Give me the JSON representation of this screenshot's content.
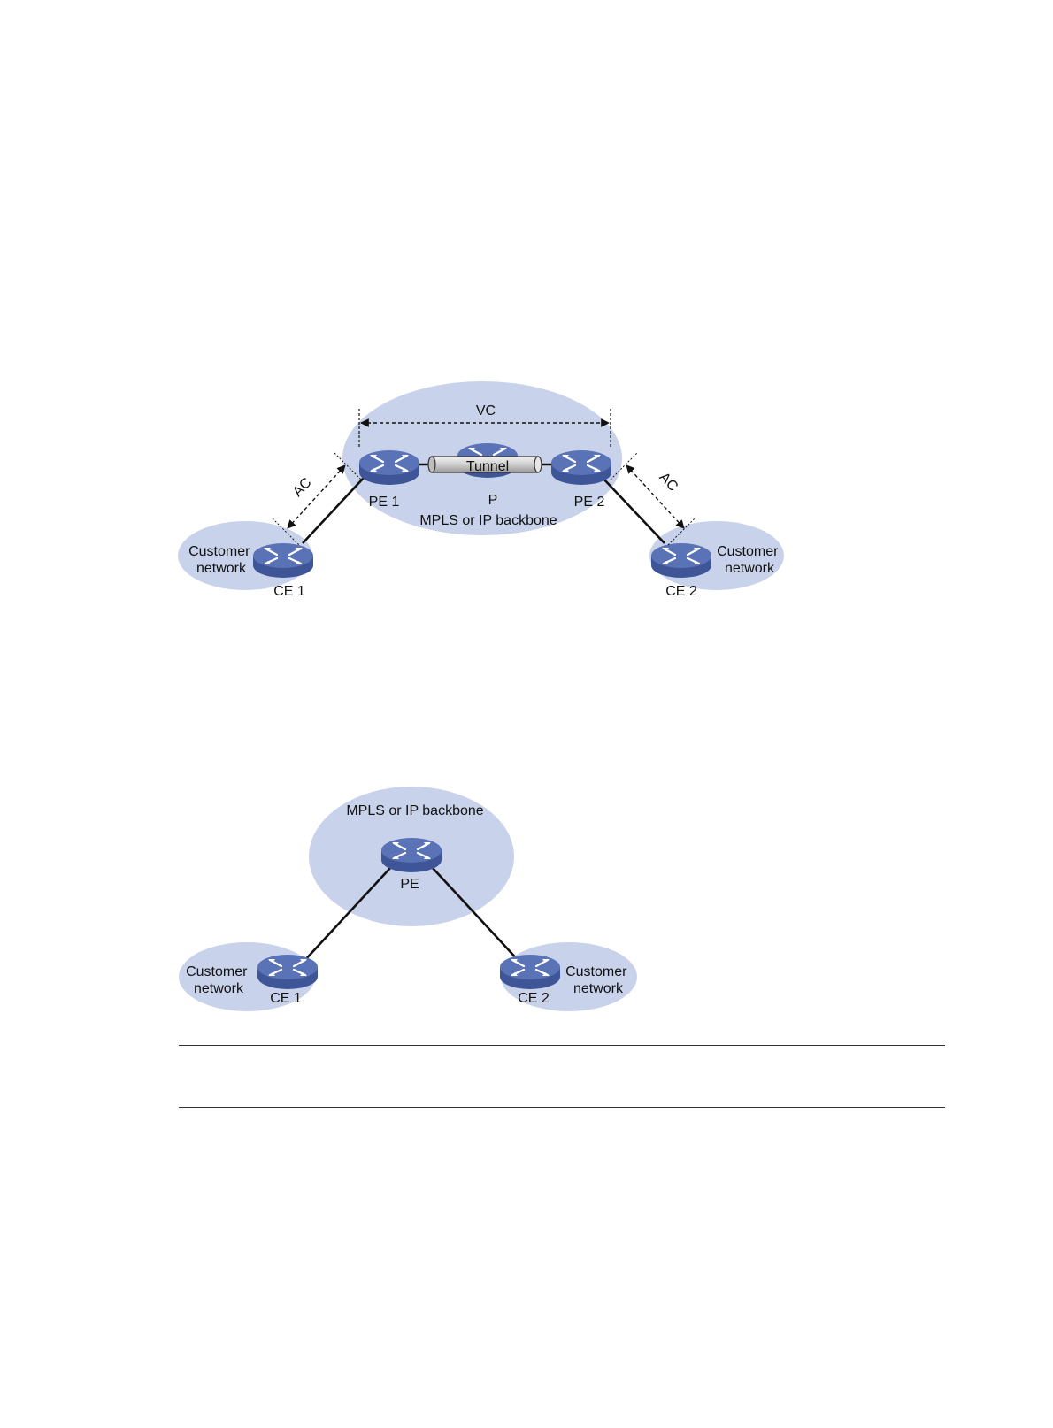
{
  "colors": {
    "cloud": "#c8d2ea",
    "router_top": "#5a73b6",
    "router_side": "#3e5597",
    "link": "#111111",
    "tunnel": "#cfcfcf"
  },
  "icons": {
    "router": "router-icon"
  },
  "diagram1": {
    "vc_label": "VC",
    "tunnel_label": "Tunnel",
    "ac_left_label": "AC",
    "ac_right_label": "AC",
    "pe1_label": "PE 1",
    "p_label": "P",
    "pe2_label": "PE 2",
    "backbone_label": "MPLS or IP backbone",
    "ce1_label": "CE 1",
    "ce2_label": "CE 2",
    "customer_left": [
      "Customer",
      "network"
    ],
    "customer_right": [
      "Customer",
      "network"
    ]
  },
  "diagram2": {
    "backbone_label": "MPLS or IP backbone",
    "pe_label": "PE",
    "ce1_label": "CE 1",
    "ce2_label": "CE 2",
    "customer_left": [
      "Customer",
      "network"
    ],
    "customer_right": [
      "Customer",
      "network"
    ]
  }
}
